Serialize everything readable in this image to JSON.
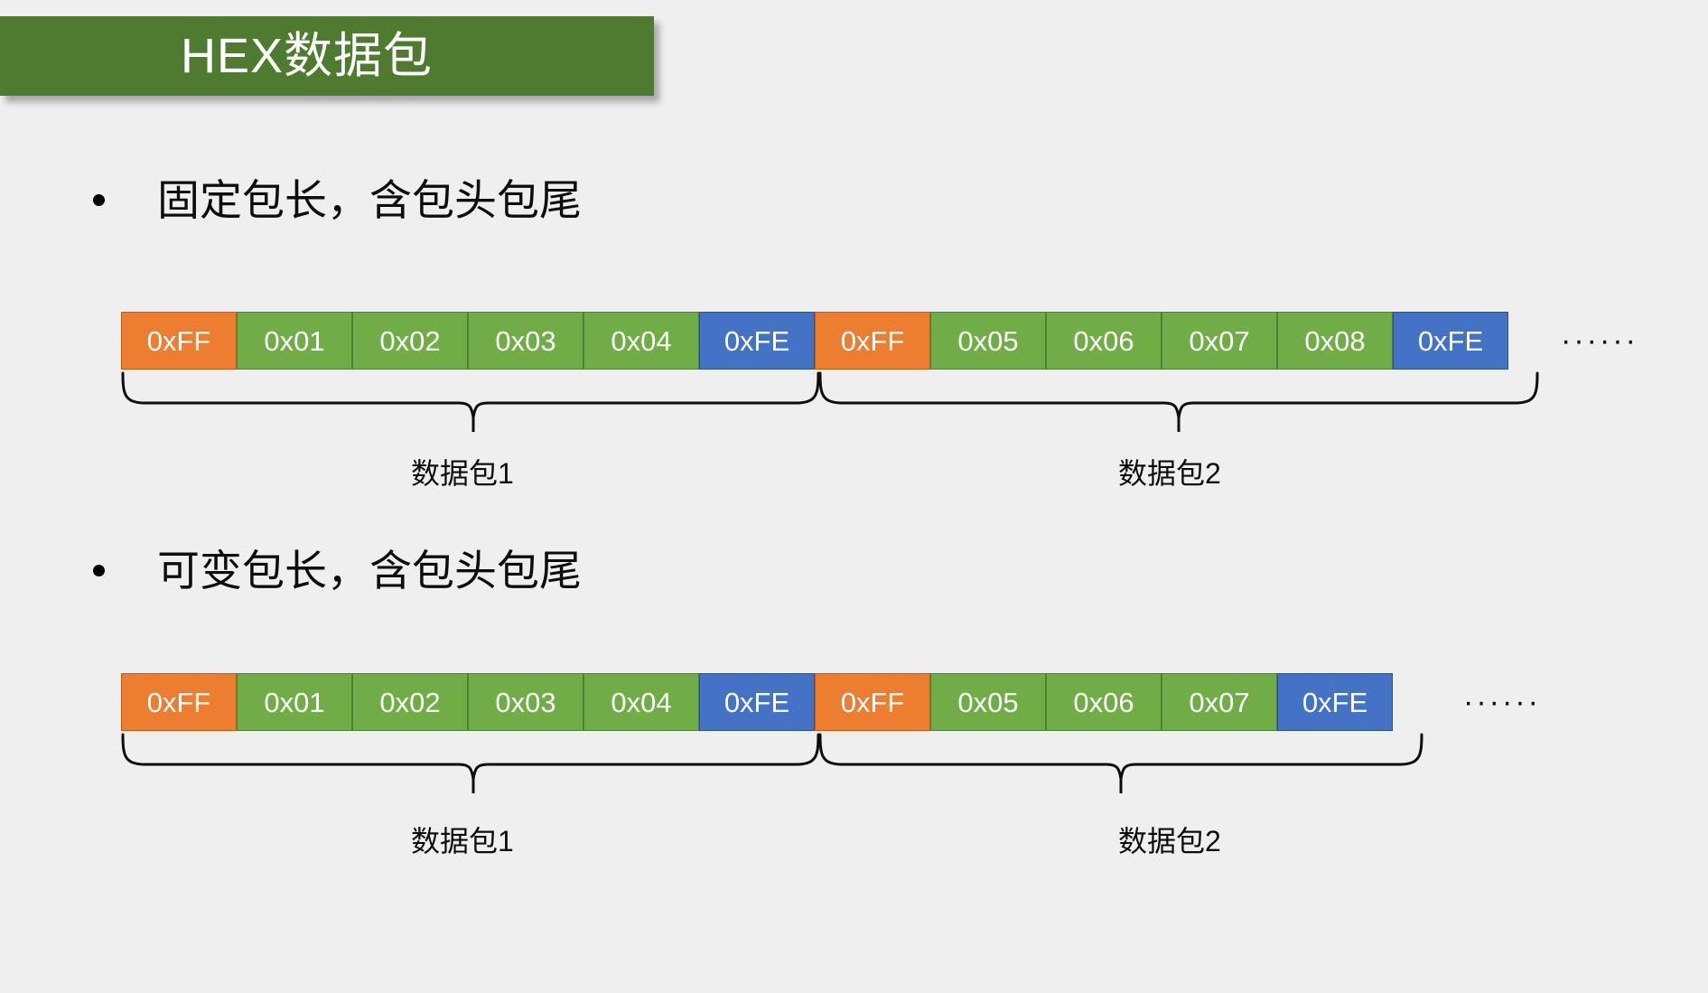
{
  "slide": {
    "title": "HEX数据包",
    "background_color": "#EFEFEF",
    "title_banner_color": "#4E7B2F",
    "title_text_color": "#FFFFFF"
  },
  "colors": {
    "header_cell": "#ED7D31",
    "body_cell": "#70AD47",
    "tail_cell": "#4472C4",
    "text_on_cell": "#FFFFFF",
    "body_text": "#0D0D0D"
  },
  "sections": [
    {
      "bullet": "固定包长，含包头包尾",
      "cells": [
        {
          "value": "0xFF",
          "role": "head"
        },
        {
          "value": "0x01",
          "role": "body"
        },
        {
          "value": "0x02",
          "role": "body"
        },
        {
          "value": "0x03",
          "role": "body"
        },
        {
          "value": "0x04",
          "role": "body"
        },
        {
          "value": "0xFE",
          "role": "tail"
        },
        {
          "value": "0xFF",
          "role": "head"
        },
        {
          "value": "0x05",
          "role": "body"
        },
        {
          "value": "0x06",
          "role": "body"
        },
        {
          "value": "0x07",
          "role": "body"
        },
        {
          "value": "0x08",
          "role": "body"
        },
        {
          "value": "0xFE",
          "role": "tail"
        }
      ],
      "trailing_ellipsis": "······",
      "captions": [
        "数据包1",
        "数据包2"
      ]
    },
    {
      "bullet": "可变包长，含包头包尾",
      "cells": [
        {
          "value": "0xFF",
          "role": "head"
        },
        {
          "value": "0x01",
          "role": "body"
        },
        {
          "value": "0x02",
          "role": "body"
        },
        {
          "value": "0x03",
          "role": "body"
        },
        {
          "value": "0x04",
          "role": "body"
        },
        {
          "value": "0xFE",
          "role": "tail"
        },
        {
          "value": "0xFF",
          "role": "head"
        },
        {
          "value": "0x05",
          "role": "body"
        },
        {
          "value": "0x06",
          "role": "body"
        },
        {
          "value": "0x07",
          "role": "body"
        },
        {
          "value": "0xFE",
          "role": "tail"
        }
      ],
      "trailing_ellipsis": "······",
      "captions": [
        "数据包1",
        "数据包2"
      ]
    }
  ]
}
